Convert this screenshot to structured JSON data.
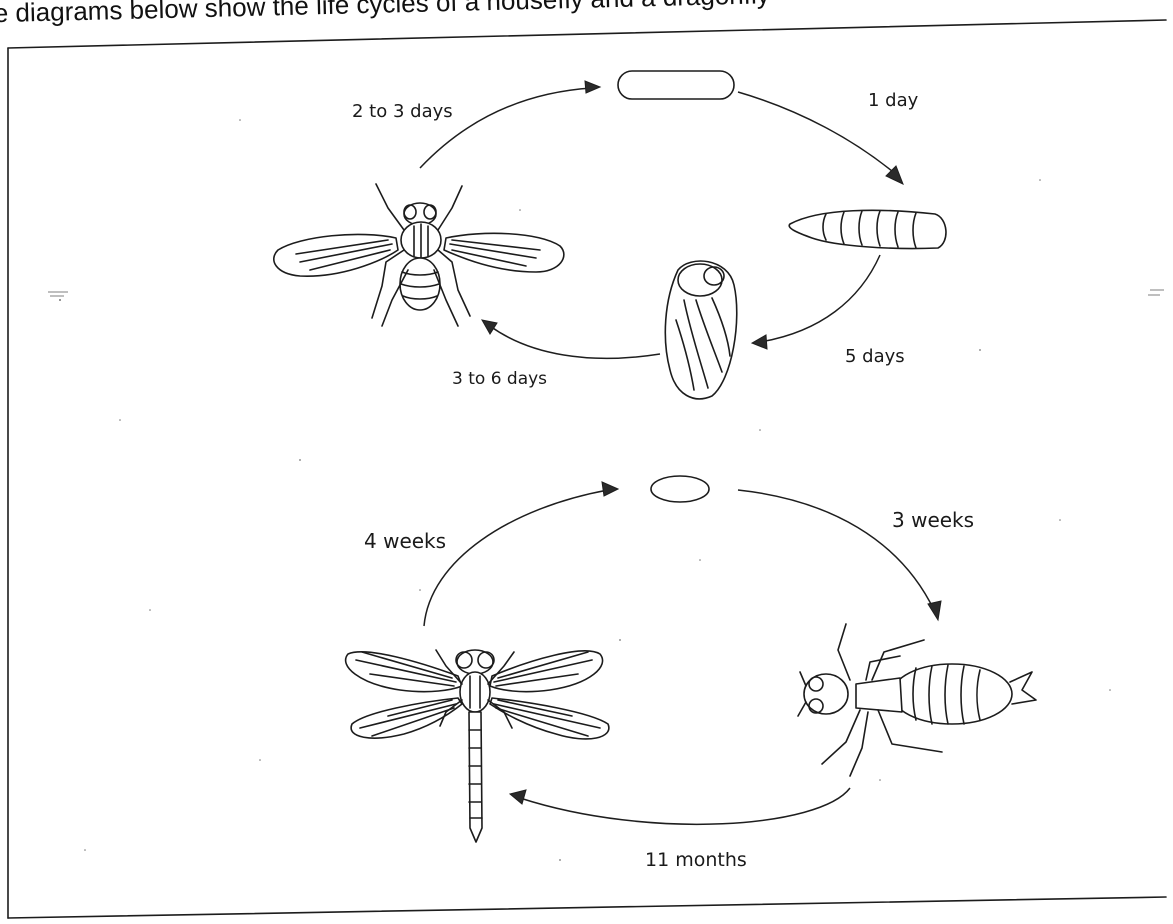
{
  "header_text": "e diagrams below show the life cycles of a housefly and a dragonfly",
  "housefly_cycle": {
    "stages": [
      {
        "stage": "egg"
      },
      {
        "stage": "larva"
      },
      {
        "stage": "pupa"
      },
      {
        "stage": "adult"
      }
    ],
    "durations": {
      "egg_to_larva": "1 day",
      "larva_to_pupa": "5 days",
      "pupa_to_adult": "3 to 6 days",
      "adult_to_egg": "2 to 3 days"
    }
  },
  "dragonfly_cycle": {
    "stages": [
      {
        "stage": "egg"
      },
      {
        "stage": "nymph"
      },
      {
        "stage": "adult"
      }
    ],
    "durations": {
      "egg_to_nymph": "3 weeks",
      "nymph_to_adult": "11 months",
      "adult_to_egg": "4 weeks"
    }
  },
  "colors": {
    "ink": "#1c1c1c",
    "paper": "#ffffff"
  }
}
